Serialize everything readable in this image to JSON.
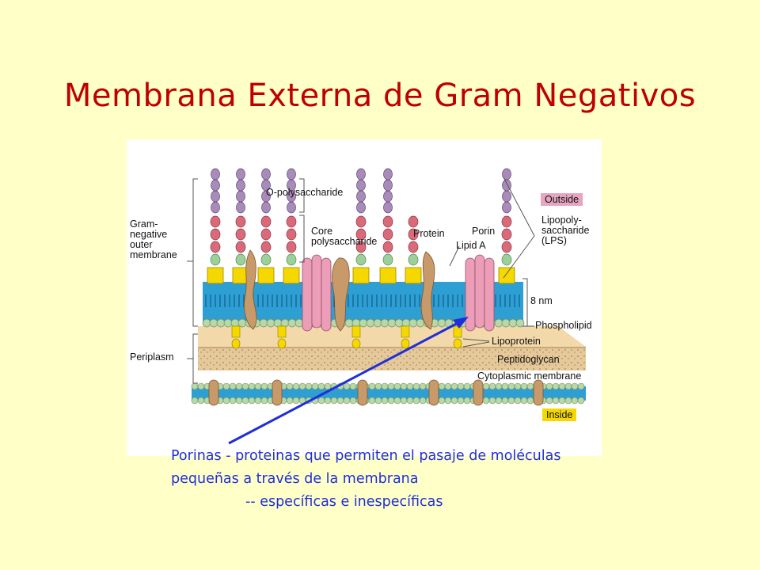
{
  "title": "Membrana Externa de Gram Negativos",
  "diagram": {
    "labels": {
      "o_polysaccharide": "O-polysaccharide",
      "core_polysaccharide": "Core\npolysaccharide",
      "protein": "Protein",
      "porin": "Porin",
      "lipid_a": "Lipid A",
      "gram_negative_outer_membrane": "Gram-\nnegative\nouter\nmembrane",
      "periplasm": "Periplasm",
      "outside": "Outside",
      "lps": "Lipopoly-\nsaccharide\n(LPS)",
      "thickness": "8 nm",
      "phospholipid": "Phospholipid",
      "lipoprotein": "Lipoprotein",
      "peptidoglycan": "Peptidoglycan",
      "cytoplasmic_membrane": "Cytoplasmic membrane",
      "inside": "Inside"
    },
    "colors": {
      "outside_key": "#e7a6c0",
      "inside_key": "#f5d800",
      "arrow": "#1f2fd8"
    }
  },
  "caption": {
    "line1": "Porinas - proteinas que permiten el pasaje de moléculas",
    "line2": "pequeñas a través de la membrana",
    "line3": "-- específicas e inespecíficas"
  }
}
